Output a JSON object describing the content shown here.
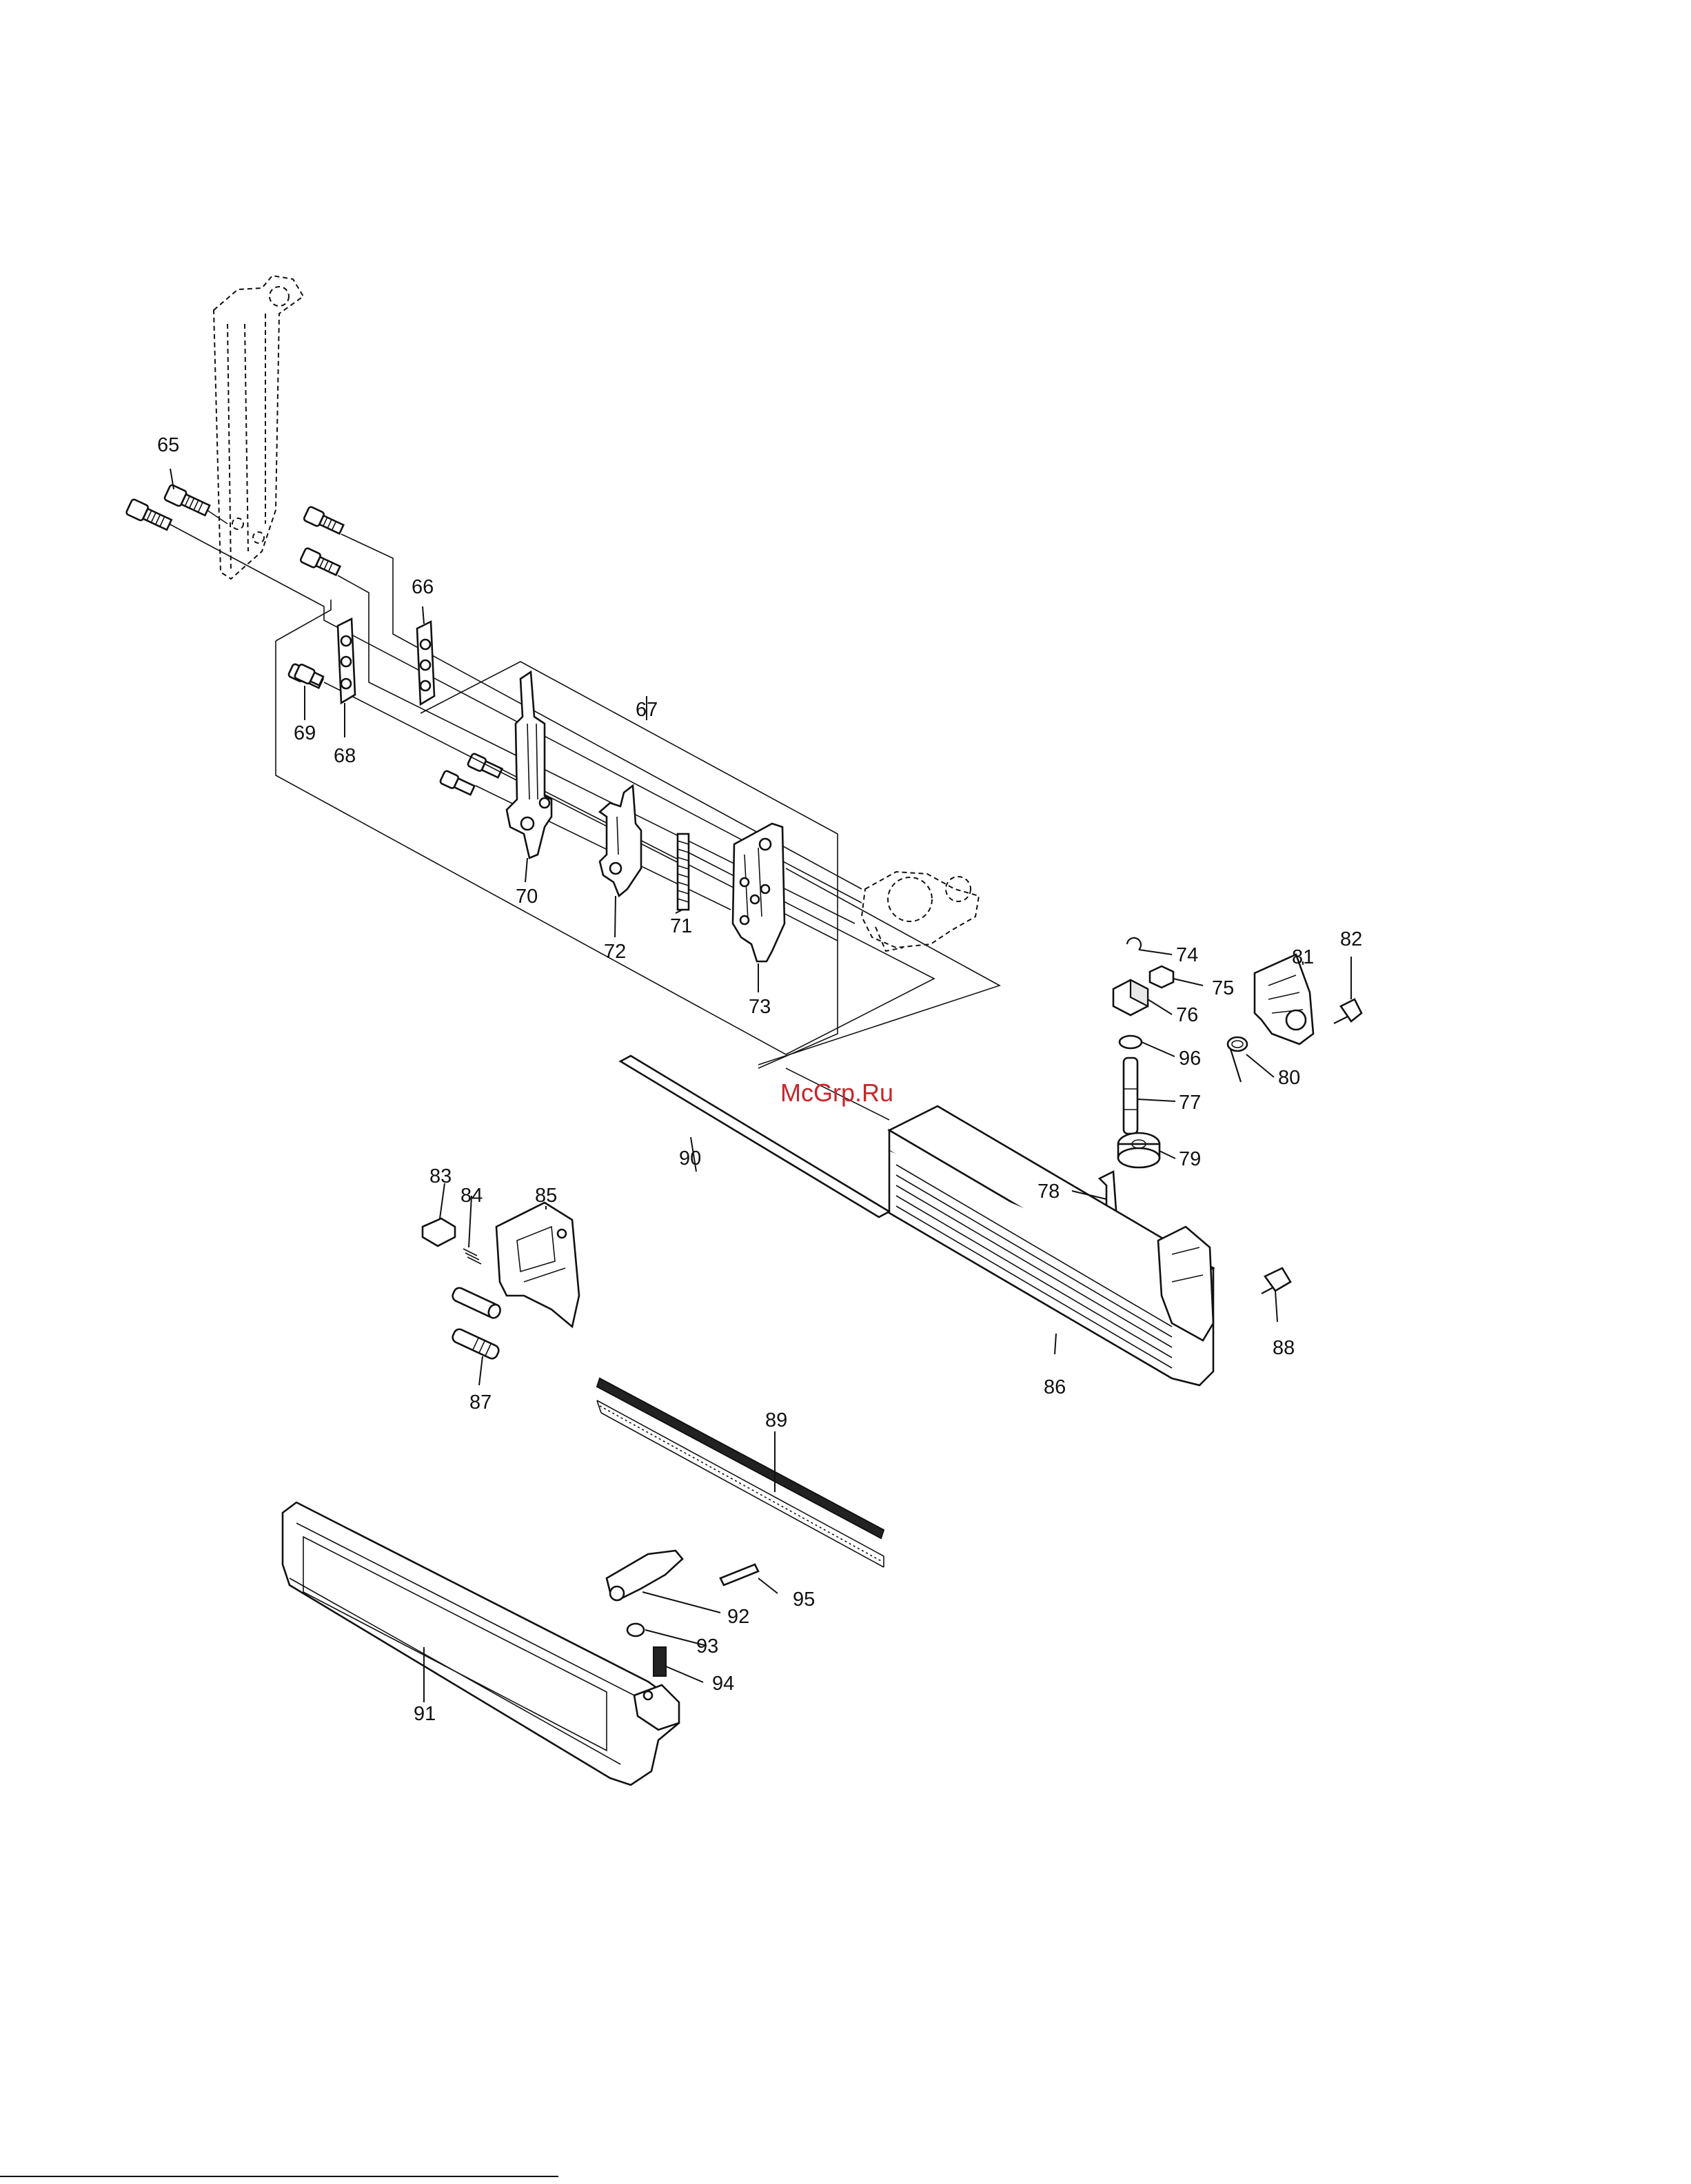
{
  "watermark": "McGrp.Ru",
  "labels": {
    "p65": "65",
    "p66": "66",
    "p67": "67",
    "p68": "68",
    "p69": "69",
    "p70": "70",
    "p71": "71",
    "p72": "72",
    "p73": "73",
    "p74": "74",
    "p75": "75",
    "p76": "76",
    "p77": "77",
    "p78": "78",
    "p79": "79",
    "p80": "80",
    "p81": "81",
    "p82": "82",
    "p83": "83",
    "p84": "84",
    "p85": "85",
    "p86": "86",
    "p87": "87",
    "p88": "88",
    "p89": "89",
    "p90": "90",
    "p91": "91",
    "p92": "92",
    "p93": "93",
    "p94": "94",
    "p95": "95",
    "p96": "96"
  }
}
